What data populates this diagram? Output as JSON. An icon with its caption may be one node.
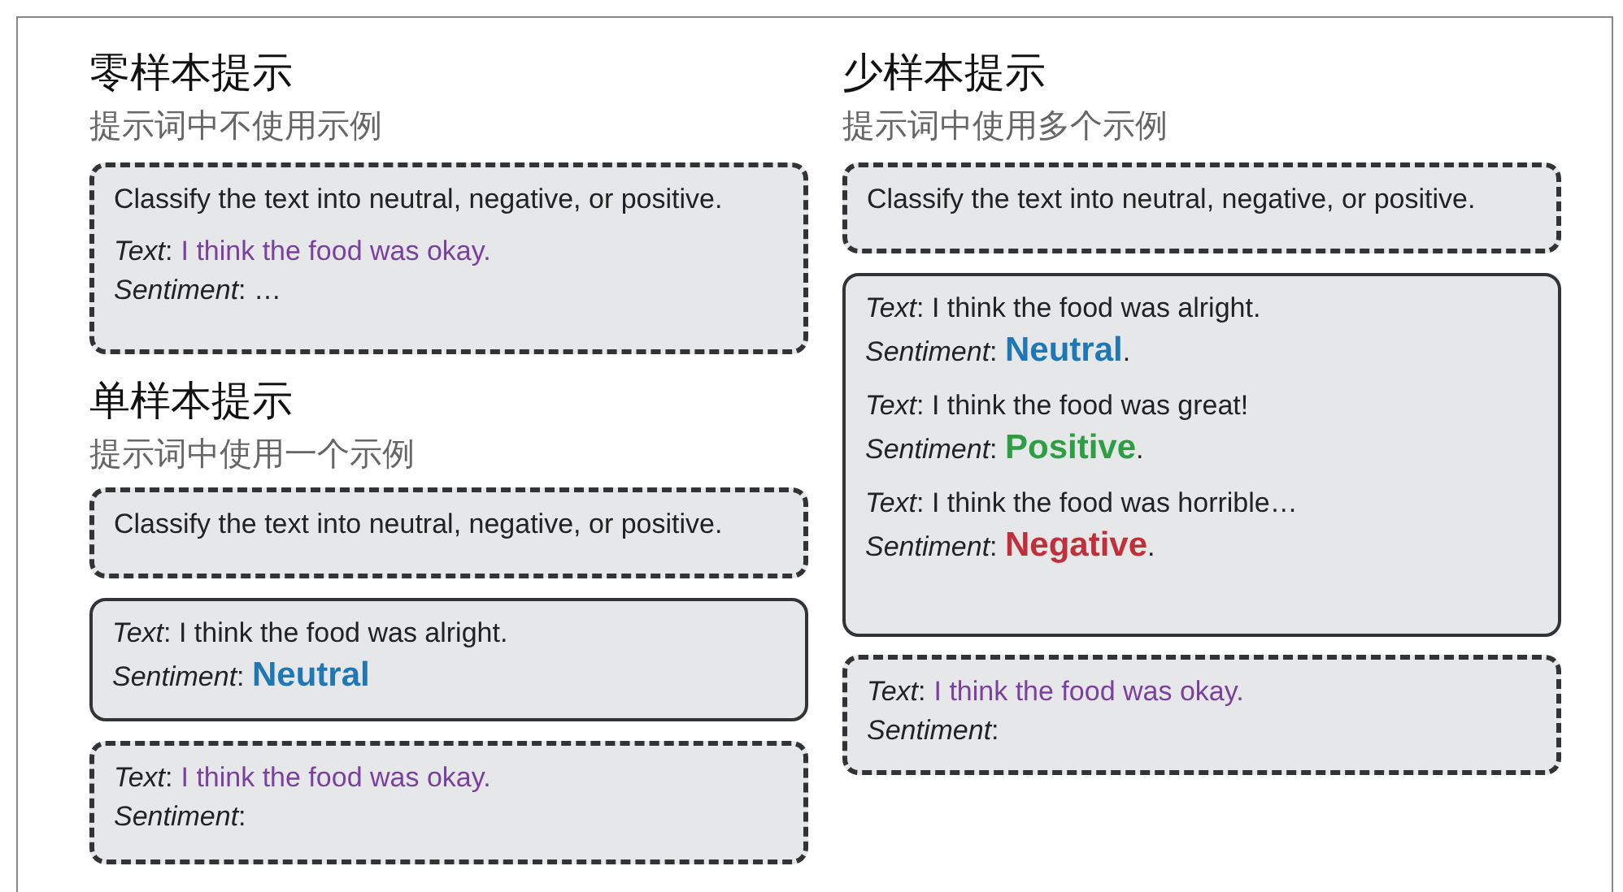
{
  "diagram": {
    "nodes": [
      {
        "text": [
          "Classify the text into neutral, negative, or positive.",
          "*Text*:",
          "I think the food was okay.",
          "*Sentiment*: …"
        ]
      },
      {
        "text": [
          "Classify the text into neutral, negative, or positive."
        ]
      },
      {
        "text": [
          "*Text*: I think the food was alright.",
          "*Sentiment*: **Neutral**"
        ]
      },
      {
        "text": [
          "*Text*:",
          "I think the food was okay.",
          "*Sentiment*:"
        ]
      },
      {
        "text": [
          "Classify the text into neutral, negative, or positive."
        ]
      },
      {
        "text": [
          "*Text*: I think the food was alright.",
          "*Sentiment*: **Neutral**.",
          "*Text*: I think the food was great!",
          "*Sentiment*: **Positive**.",
          "*Text*: I think the food was horrible…",
          "*Sentiment*: **Negative**."
        ]
      },
      {
        "text": [
          "*Text*:",
          "I think the food was okay.",
          "*Sentiment*:"
        ]
      }
    ],
    "labels": [
      "零样本提示",
      "提示词中不使用示例",
      "少样本提示",
      "提示词中使用多个示例",
      "单样本提示",
      "提示词中使用一个示例"
    ]
  }
}
